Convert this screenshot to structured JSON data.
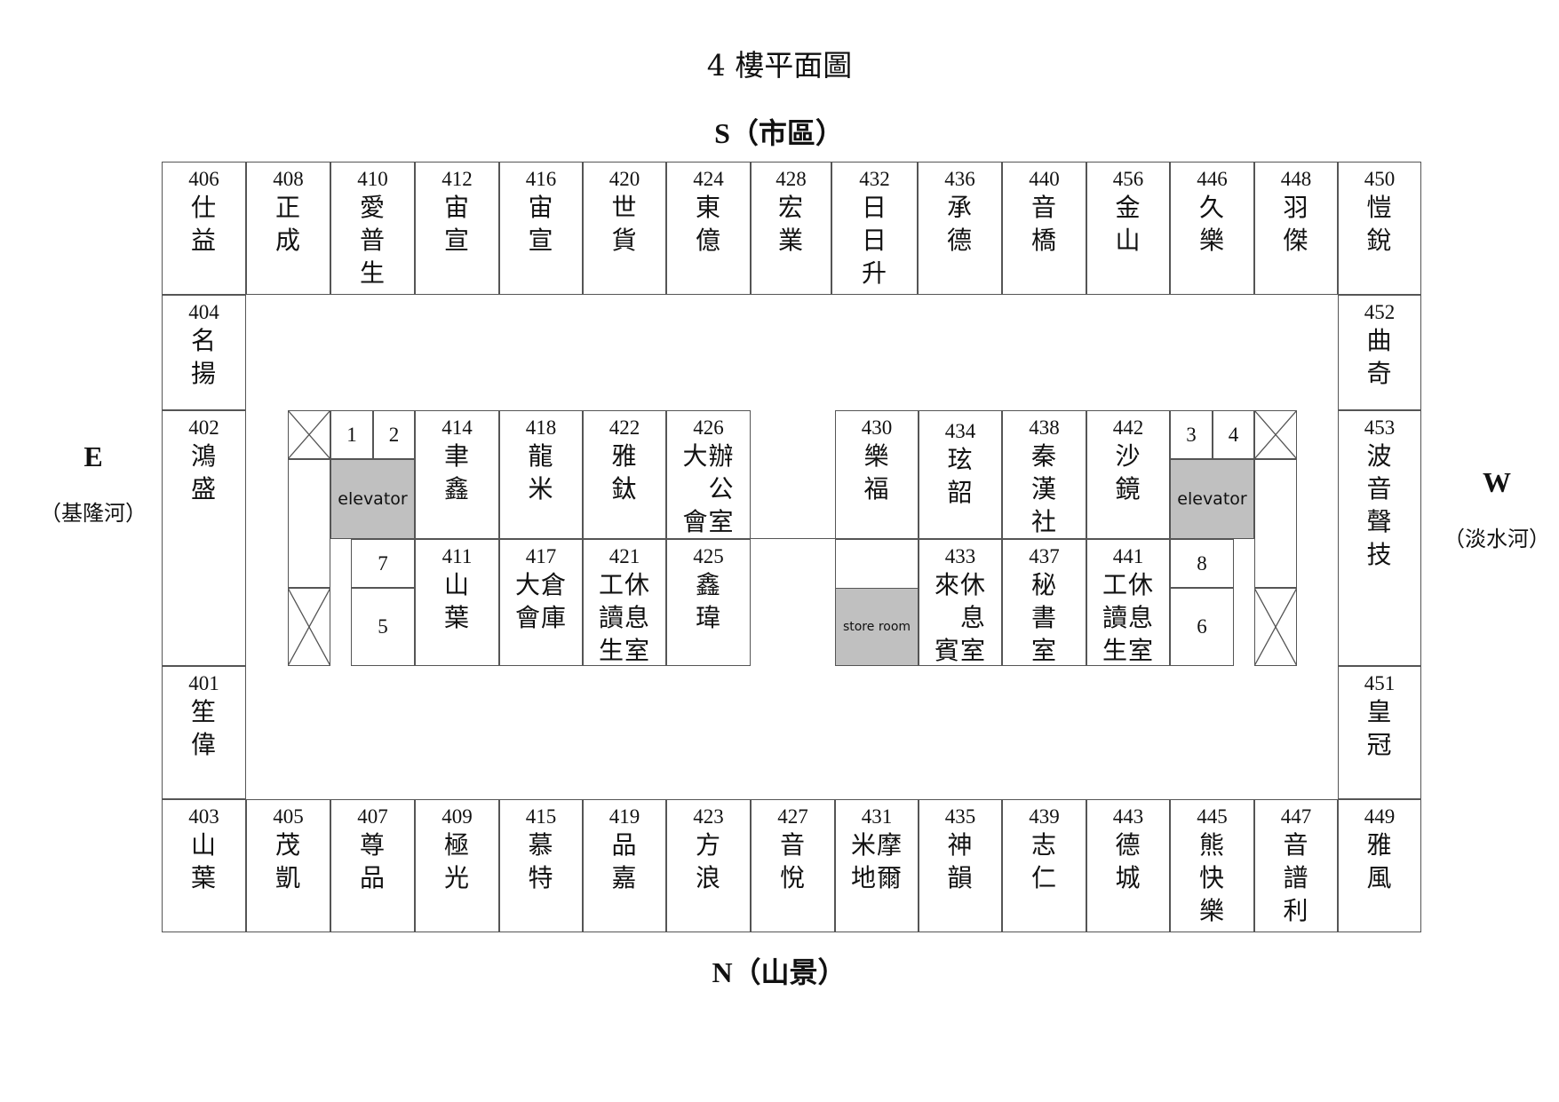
{
  "title": "4 樓平面圖",
  "directions": {
    "south": "S（市區）",
    "north": "N（山景）",
    "east": "E",
    "east_sub": "（基隆河）",
    "west": "W",
    "west_sub": "（淡水河）"
  },
  "rooms": {
    "r406": {
      "num": "406",
      "name": "仕\n益"
    },
    "r408": {
      "num": "408",
      "name": "正\n成"
    },
    "r410": {
      "num": "410",
      "name": "愛\n普\n生"
    },
    "r412": {
      "num": "412",
      "name": "宙\n宣"
    },
    "r416": {
      "num": "416",
      "name": "宙\n宣"
    },
    "r420": {
      "num": "420",
      "name": "世\n貨"
    },
    "r424": {
      "num": "424",
      "name": "東\n億"
    },
    "r428": {
      "num": "428",
      "name": "宏\n業"
    },
    "r432": {
      "num": "432",
      "name": "日\n日\n升"
    },
    "r436": {
      "num": "436",
      "name": "承\n德"
    },
    "r440": {
      "num": "440",
      "name": "音\n橋"
    },
    "r456": {
      "num": "456",
      "name": "金\n山"
    },
    "r446": {
      "num": "446",
      "name": "久\n樂"
    },
    "r448": {
      "num": "448",
      "name": "羽\n傑"
    },
    "r450": {
      "num": "450",
      "name": "愷\n銳"
    },
    "r404": {
      "num": "404",
      "name": "名\n揚"
    },
    "r452": {
      "num": "452",
      "name": "曲\n奇"
    },
    "r402": {
      "num": "402",
      "name": "鴻\n盛"
    },
    "r453": {
      "num": "453",
      "name": "波\n音\n聲\n技"
    },
    "r401": {
      "num": "401",
      "name": "笙\n偉"
    },
    "r451": {
      "num": "451",
      "name": "皇\n冠"
    },
    "r414": {
      "num": "414",
      "name": "聿\n鑫"
    },
    "r418": {
      "num": "418",
      "name": "龍\n米"
    },
    "r422": {
      "num": "422",
      "name": "雅\n鈦"
    },
    "r426": {
      "num": "426",
      "name": "大辦\n　公\n會室"
    },
    "r430": {
      "num": "430",
      "name": "樂\n福"
    },
    "r434": {
      "num": "434",
      "name": "玹\n韶"
    },
    "r438": {
      "num": "438",
      "name": "秦\n漢\n社"
    },
    "r442": {
      "num": "442",
      "name": "沙\n鏡"
    },
    "r411": {
      "num": "411",
      "name": "山\n葉"
    },
    "r417": {
      "num": "417",
      "name": "大倉\n會庫"
    },
    "r421": {
      "num": "421",
      "name": "工休\n讀息\n生室"
    },
    "r425": {
      "num": "425",
      "name": "鑫\n瑋"
    },
    "r433": {
      "num": "433",
      "name": "來休\n　息\n賓室"
    },
    "r437": {
      "num": "437",
      "name": "秘\n書\n室"
    },
    "r441": {
      "num": "441",
      "name": "工休\n讀息\n生室"
    },
    "r403": {
      "num": "403",
      "name": "山\n葉"
    },
    "r405": {
      "num": "405",
      "name": "茂\n凱"
    },
    "r407": {
      "num": "407",
      "name": "尊\n品"
    },
    "r409": {
      "num": "409",
      "name": "極\n光"
    },
    "r415": {
      "num": "415",
      "name": "慕\n特"
    },
    "r419": {
      "num": "419",
      "name": "品\n嘉"
    },
    "r423": {
      "num": "423",
      "name": "方\n浪"
    },
    "r427": {
      "num": "427",
      "name": "音\n悅"
    },
    "r431": {
      "num": "431",
      "name": "米摩\n地爾"
    },
    "r435": {
      "num": "435",
      "name": "神\n韻"
    },
    "r439": {
      "num": "439",
      "name": "志\n仁"
    },
    "r443": {
      "num": "443",
      "name": "德\n城"
    },
    "r445": {
      "num": "445",
      "name": "熊\n快\n樂"
    },
    "r447": {
      "num": "447",
      "name": "音\n譜\n利"
    },
    "r449": {
      "num": "449",
      "name": "雅\n風"
    }
  },
  "utility": {
    "u1": "1",
    "u2": "2",
    "u3": "3",
    "u4": "4",
    "u5": "5",
    "u6": "6",
    "u7": "7",
    "u8": "8",
    "elevator_left": "elevator",
    "elevator_right": "elevator",
    "store_room": "store room"
  },
  "colors": {
    "gray_fill": "#c0c0c0",
    "line": "#555555"
  }
}
